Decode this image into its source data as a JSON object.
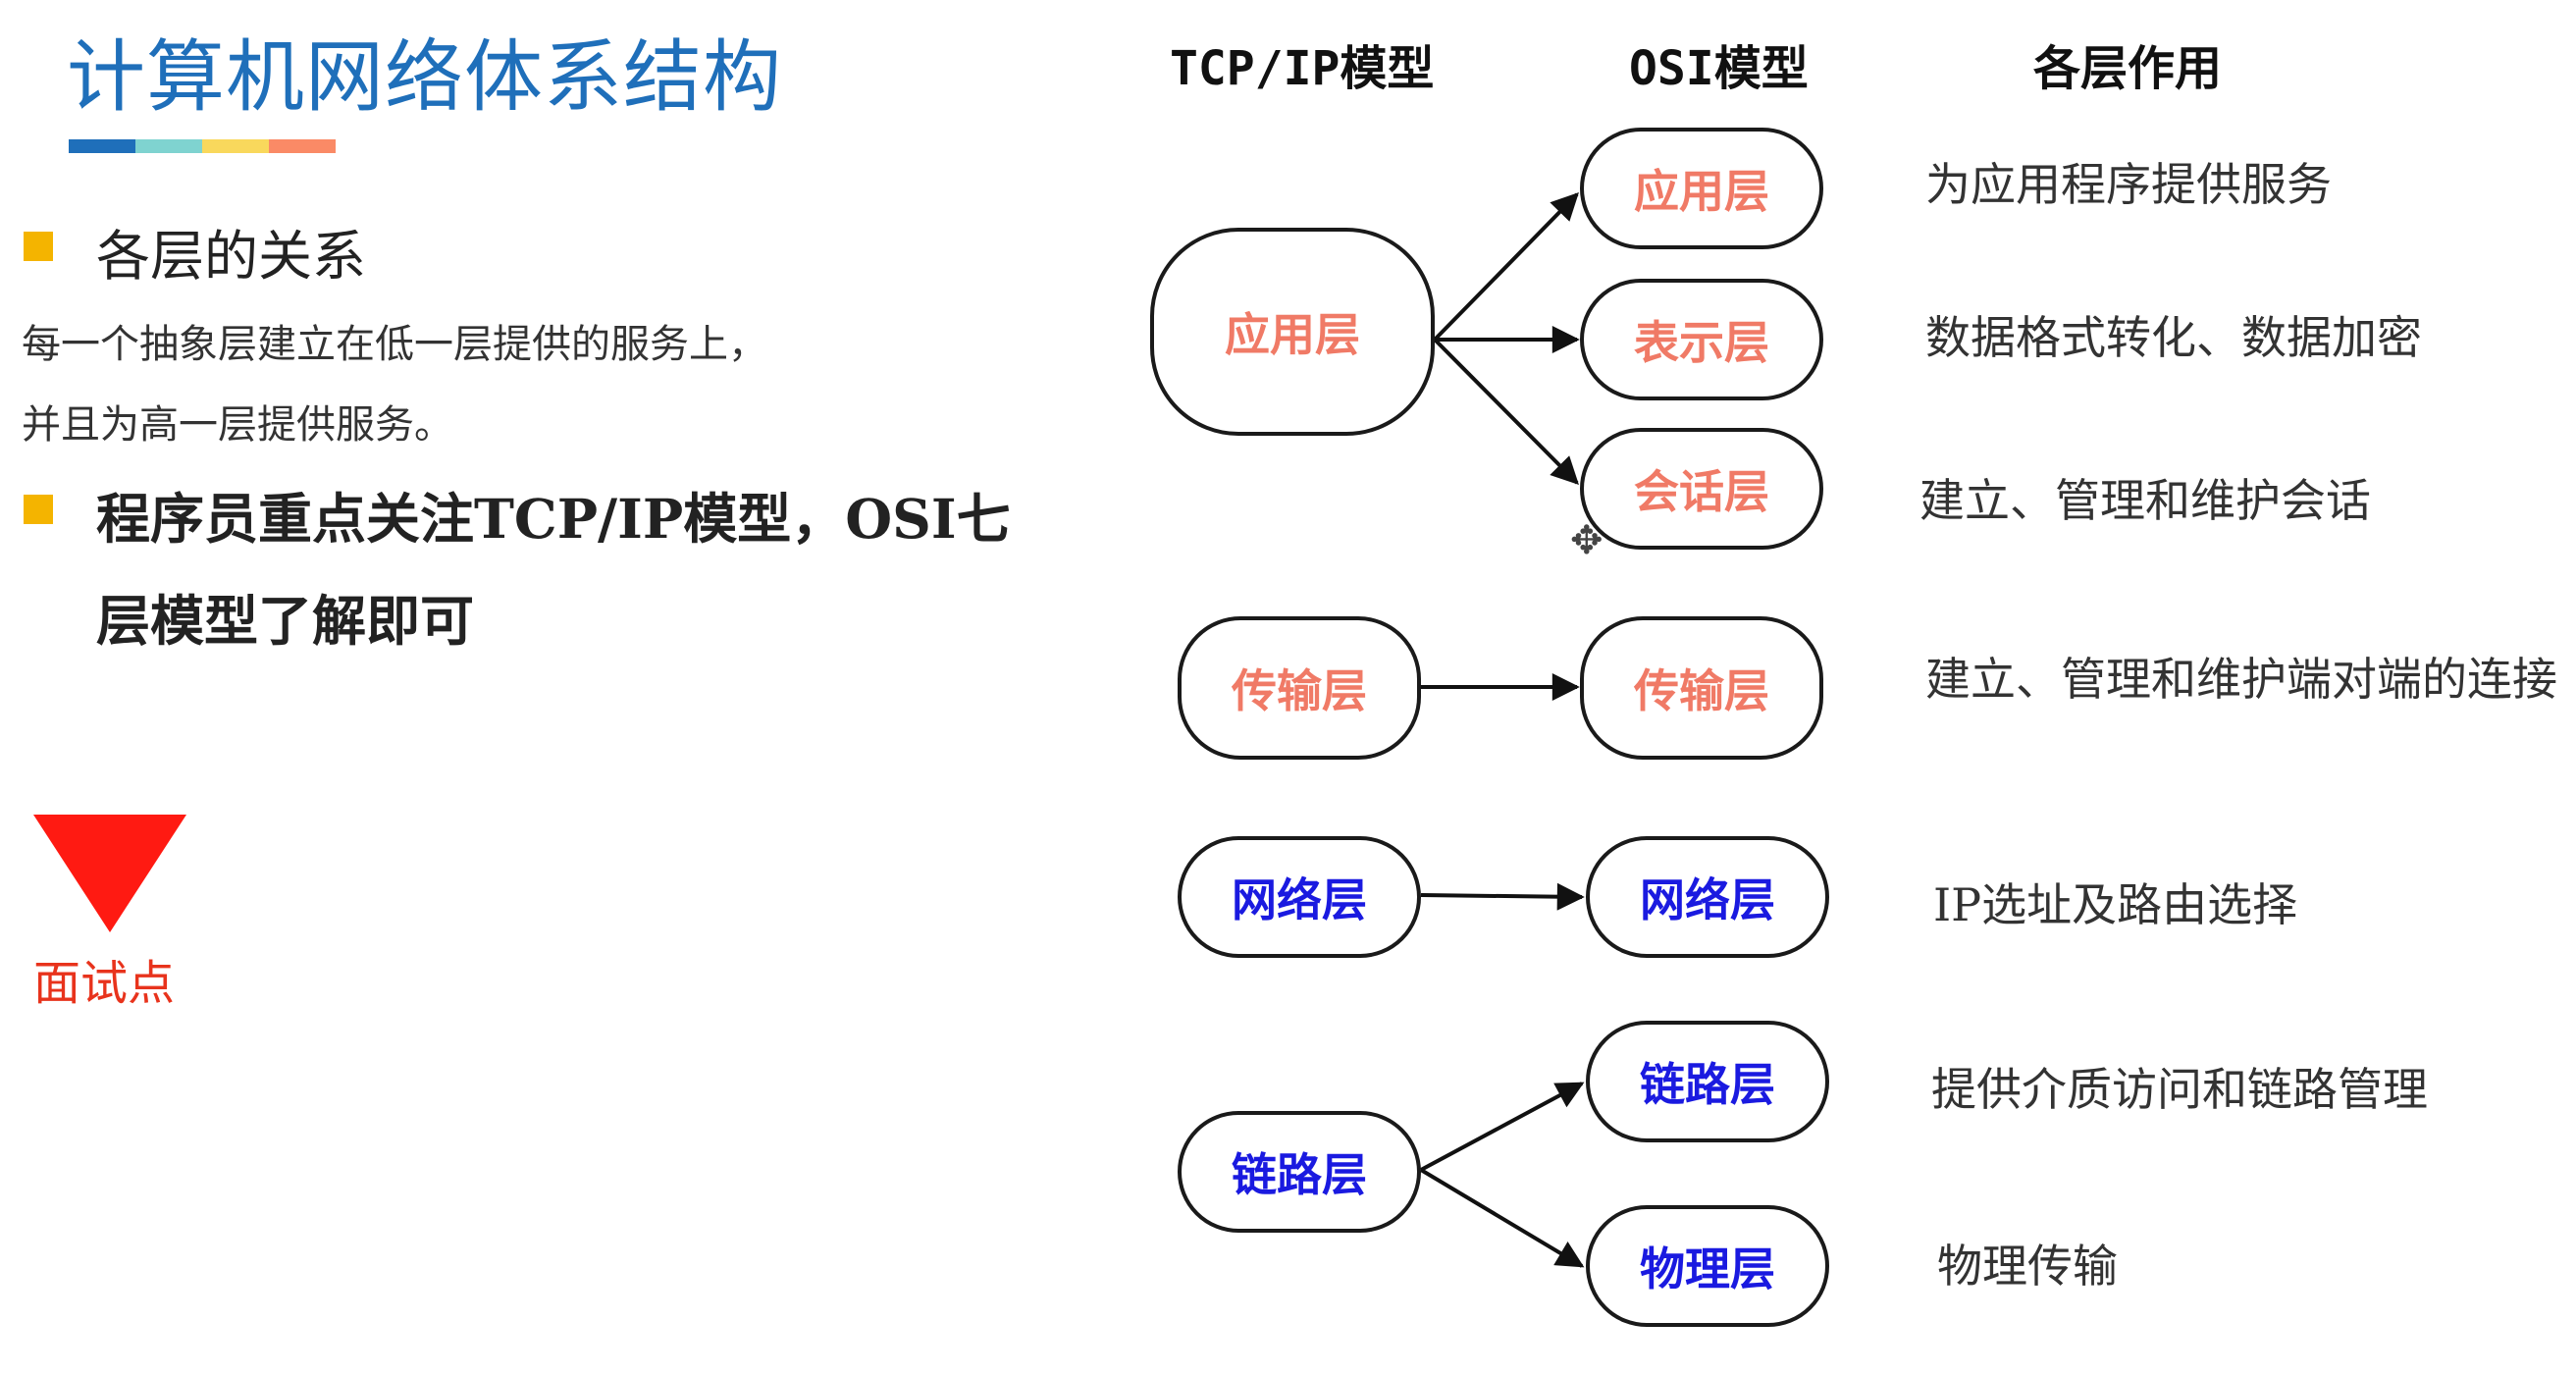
{
  "title": "计算机网络体系结构",
  "title_bar_colors": [
    "#1f6fba",
    "#7fd3d0",
    "#f9d85c",
    "#fa8a66"
  ],
  "left": {
    "bullet1": "各层的关系",
    "line1": "每一个抽象层建立在低一层提供的服务上，",
    "line2": "并且为高一层提供服务。",
    "bullet2_line1": "程序员重点关注TCP/IP模型，OSI七",
    "bullet2_line2": "层模型了解即可",
    "marker_label": "面试点"
  },
  "headers": {
    "tcpip": "TCP/IP模型",
    "osi": "OSI模型",
    "role": "各层作用"
  },
  "tcpip_layers": [
    {
      "label": "应用层",
      "color": "salmon"
    },
    {
      "label": "传输层",
      "color": "salmon"
    },
    {
      "label": "网络层",
      "color": "blue"
    },
    {
      "label": "链路层",
      "color": "blue"
    }
  ],
  "osi_layers": [
    {
      "label": "应用层",
      "color": "salmon"
    },
    {
      "label": "表示层",
      "color": "salmon"
    },
    {
      "label": "会话层",
      "color": "salmon"
    },
    {
      "label": "传输层",
      "color": "salmon"
    },
    {
      "label": "网络层",
      "color": "blue"
    },
    {
      "label": "链路层",
      "color": "blue"
    },
    {
      "label": "物理层",
      "color": "blue"
    }
  ],
  "descriptions": [
    "为应用程序提供服务",
    "数据格式转化、数据加密",
    "建立、管理和维护会话",
    "建立、管理和维护端对端的连接",
    "IP选址及路由选择",
    "提供介质访问和链路管理",
    "物理传输"
  ],
  "colors": {
    "salmon": "#f07a66",
    "blue": "#1a1ae0",
    "accent_yellow": "#f4b400",
    "marker_red": "#ff1a12"
  }
}
